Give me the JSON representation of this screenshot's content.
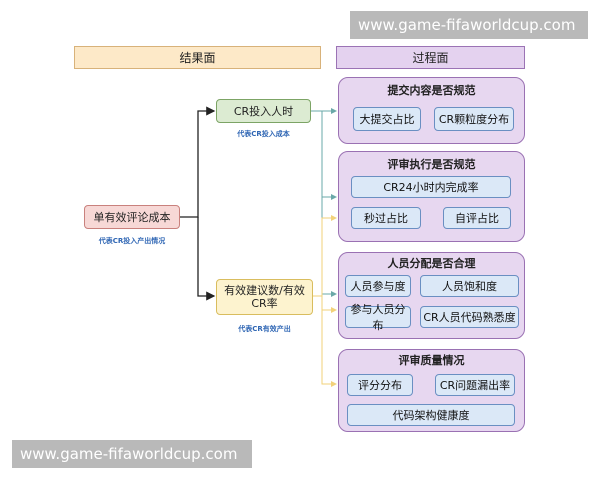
{
  "watermark": {
    "top_text": "www.game-fifaworldcup.com",
    "bottom_text": "www.game-fifaworldcup.com"
  },
  "headers": {
    "result": "结果面",
    "process": "过程面"
  },
  "root": {
    "label": "单有效评论成本",
    "note": "代表CR投入产出情况"
  },
  "input_node": {
    "label": "CR投入人时",
    "note": "代表CR投入成本"
  },
  "output_node": {
    "label": "有效建议数/有效CR率",
    "note": "代表CR有效产出"
  },
  "groups": [
    {
      "title": "提交内容是否规范",
      "metrics": [
        "大提交占比",
        "CR颗粒度分布"
      ]
    },
    {
      "title": "评审执行是否规范",
      "metrics": [
        "CR24小时内完成率",
        "秒过占比",
        "自评占比"
      ]
    },
    {
      "title": "人员分配是否合理",
      "metrics": [
        "人员参与度",
        "人员饱和度",
        "参与人员分布",
        "CR人员代码熟悉度"
      ]
    },
    {
      "title": "评审质量情况",
      "metrics": [
        "评分分布",
        "CR问题漏出率",
        "代码架构健康度"
      ]
    }
  ],
  "colors": {
    "tree_lines": "#222222",
    "to_process_lines": "#6aa8a8",
    "output_lines": "#f2d27a"
  }
}
